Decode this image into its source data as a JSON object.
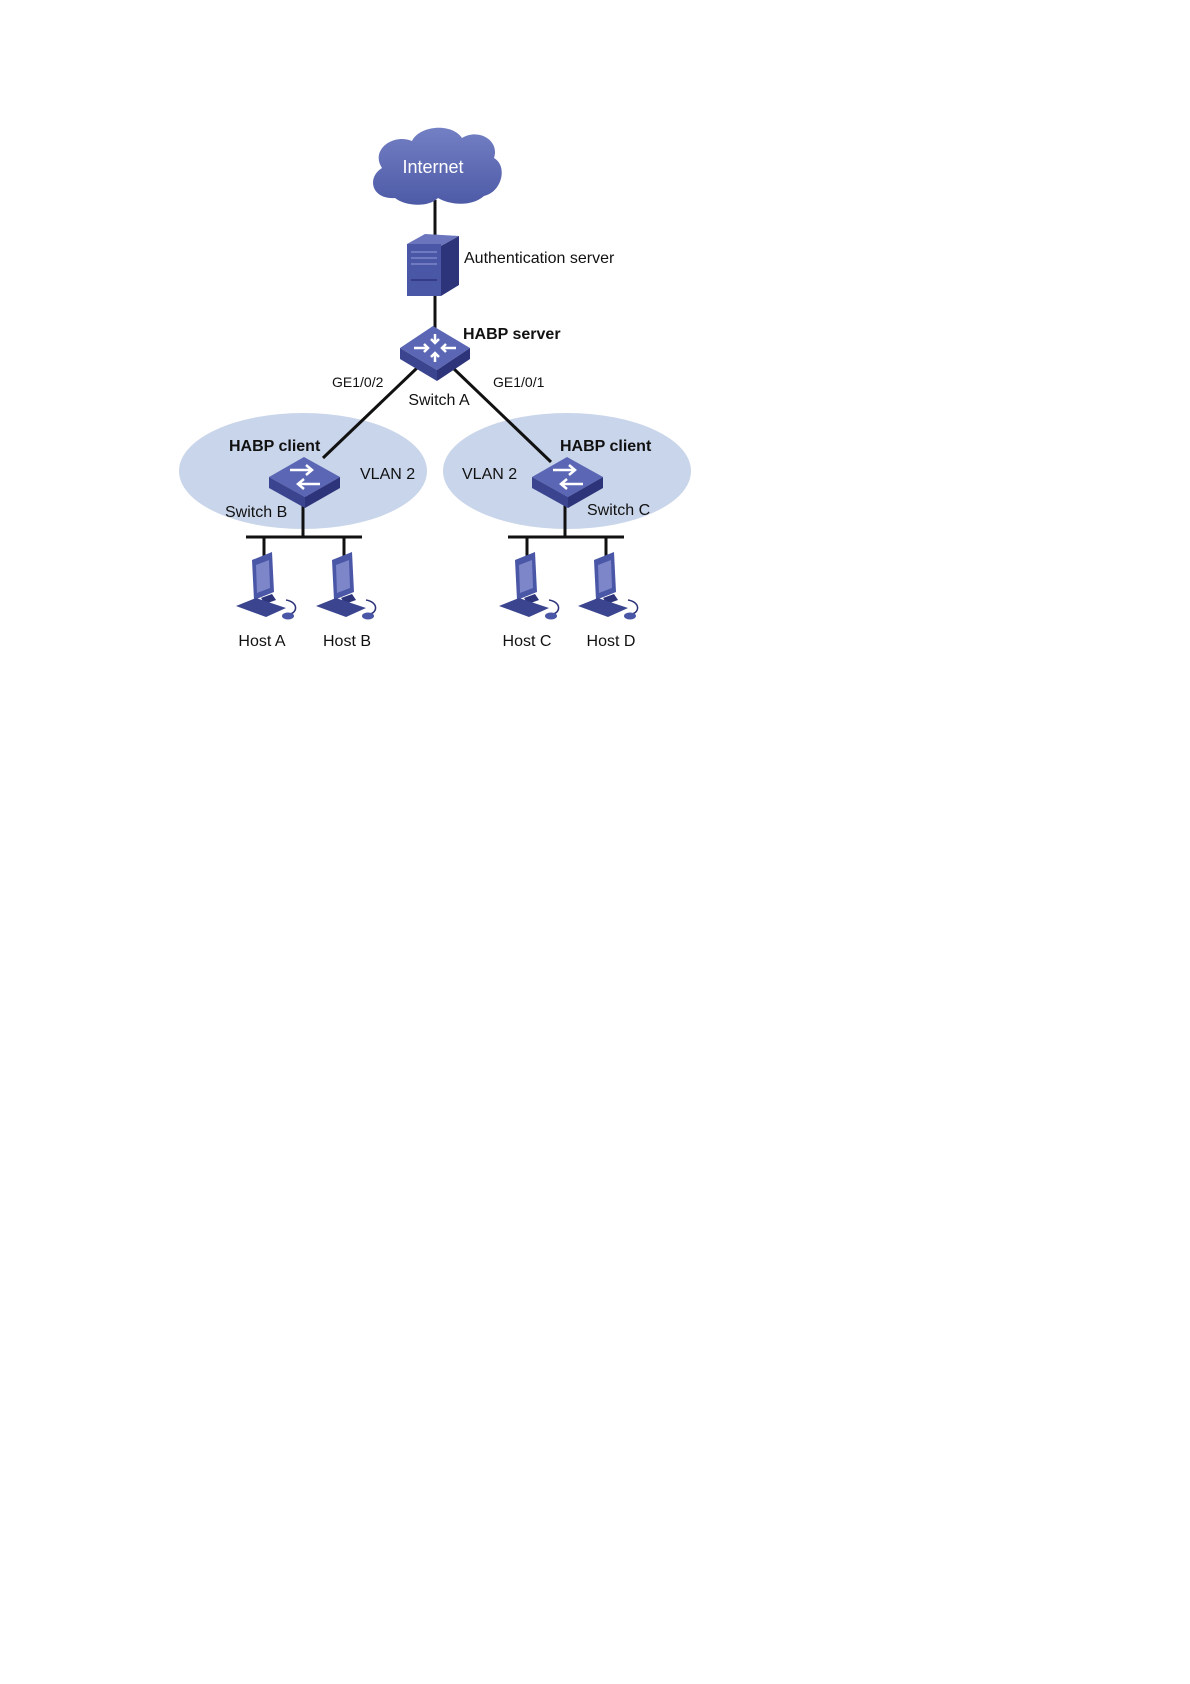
{
  "diagram": {
    "internet": {
      "label": "Internet"
    },
    "auth_server": {
      "label": "Authentication server"
    },
    "switch_a": {
      "role": "HABP server",
      "name": "Switch A",
      "port_left": "GE1/0/2",
      "port_right": "GE1/0/1"
    },
    "switch_b": {
      "role": "HABP client",
      "name": "Switch B",
      "vlan": "VLAN 2"
    },
    "switch_c": {
      "role": "HABP client",
      "name": "Switch C",
      "vlan": "VLAN 2"
    },
    "hosts": [
      {
        "label": "Host A"
      },
      {
        "label": "Host B"
      },
      {
        "label": "Host C"
      },
      {
        "label": "Host D"
      }
    ],
    "colors": {
      "device": "#4a56a6",
      "device_dark": "#2d347a",
      "device_light": "#7c86c9",
      "vlan_zone": "#c9d5ea",
      "cloud": "#5e6bb4"
    }
  }
}
